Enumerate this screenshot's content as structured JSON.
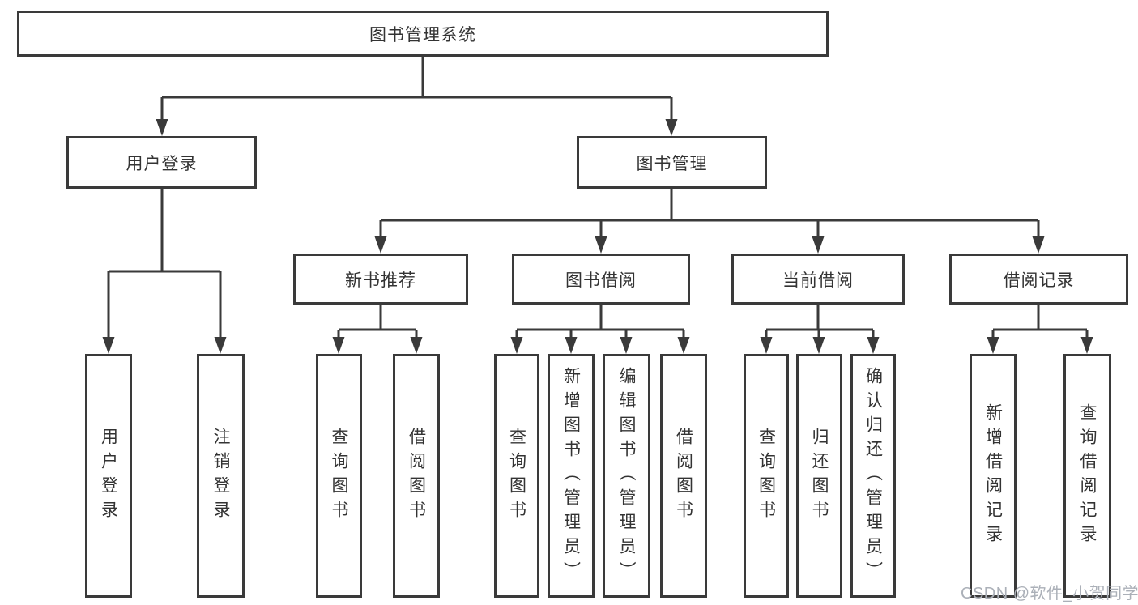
{
  "diagram": {
    "title": "图书管理系统",
    "branches": {
      "user_login": {
        "label": "用户登录",
        "children": [
          {
            "label": "用户登录"
          },
          {
            "label": "注销登录"
          }
        ]
      },
      "book_mgmt": {
        "label": "图书管理"
      }
    },
    "sections": [
      {
        "label": "新书推荐",
        "children": [
          {
            "label": "查询图书"
          },
          {
            "label": "借阅图书"
          }
        ]
      },
      {
        "label": "图书借阅",
        "children": [
          {
            "label": "查询图书"
          },
          {
            "label": "新增图书（管理员）"
          },
          {
            "label": "编辑图书（管理员）"
          },
          {
            "label": "借阅图书"
          }
        ]
      },
      {
        "label": "当前借阅",
        "children": [
          {
            "label": "查询图书"
          },
          {
            "label": "归还图书"
          },
          {
            "label": "确认归还（管理员）"
          }
        ]
      },
      {
        "label": "借阅记录",
        "children": [
          {
            "label": "新增借阅记录"
          },
          {
            "label": "查询借阅记录"
          }
        ]
      }
    ]
  },
  "watermark": "CSDN @软件_小贺同学",
  "colors": {
    "line": "#3a3a3a",
    "text": "#333333",
    "background": "#ffffff",
    "watermark": "#abb0b8"
  }
}
